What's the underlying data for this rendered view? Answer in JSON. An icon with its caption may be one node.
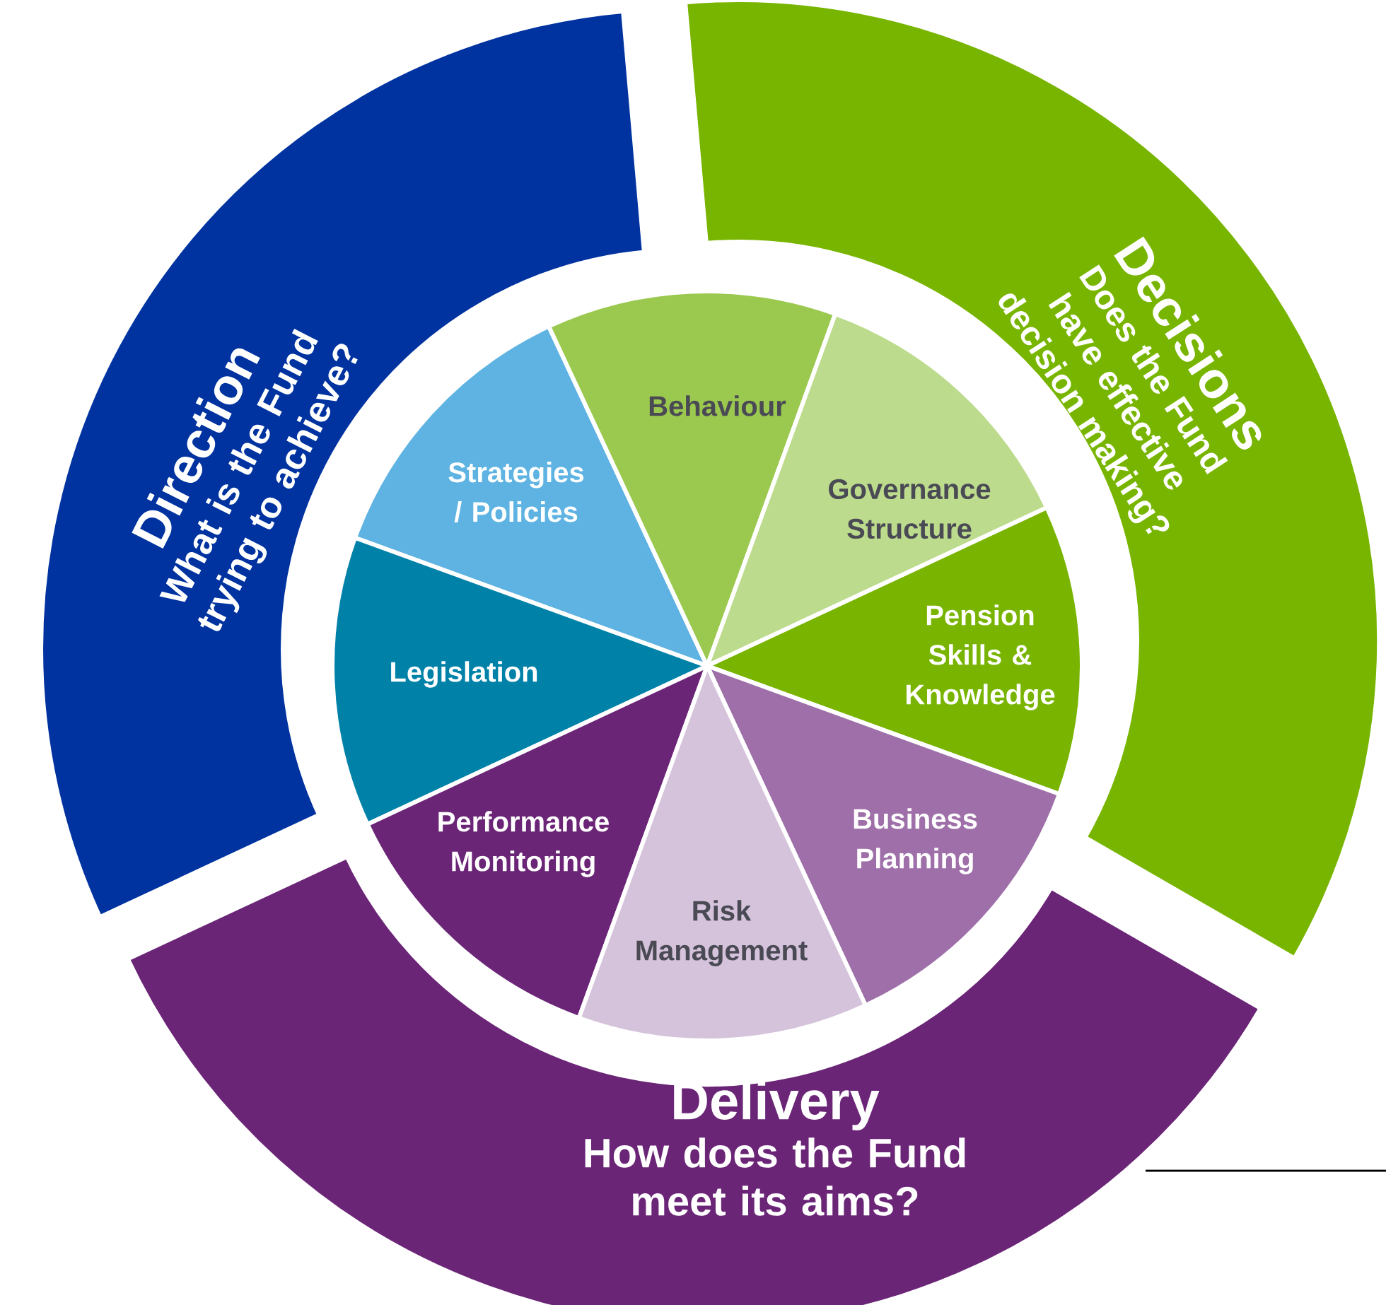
{
  "diagram": {
    "nodes": [
      {
        "text": [
          "Direction",
          "What is the Fund trying to achieve?"
        ]
      },
      {
        "text": [
          "Decisions",
          "Does the Fund have effective decision making?"
        ]
      },
      {
        "text": [
          "Delivery",
          "How does the Fund meet its aims?"
        ]
      },
      {
        "text": [
          "Strategies / Policies"
        ]
      },
      {
        "text": [
          "Behaviour"
        ]
      },
      {
        "text": [
          "Governance Structure"
        ]
      },
      {
        "text": [
          "Legislation"
        ]
      },
      {
        "text": [
          "Pension Skills & Knowledge"
        ]
      },
      {
        "text": [
          "Performance Monitoring"
        ]
      },
      {
        "text": [
          "Business Planning"
        ]
      },
      {
        "text": [
          "Risk Management"
        ]
      }
    ]
  }
}
